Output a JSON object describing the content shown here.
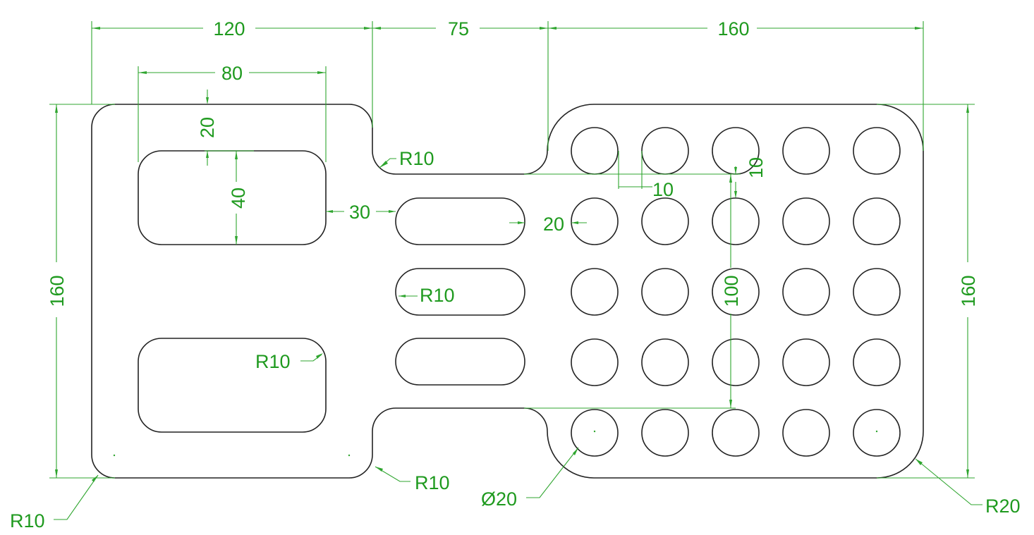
{
  "colors": {
    "outline": "#222222",
    "dimension": "#2fa52f",
    "dimension_text": "#1f9a1f",
    "background": "#ffffff"
  },
  "dims": {
    "top_120": "120",
    "top_75": "75",
    "top_160": "160",
    "width_80": "80",
    "depth_20": "20",
    "height_40": "40",
    "gap_30": "30",
    "slot_20": "20",
    "pitch_10_h": "10",
    "pitch_10_v": "10",
    "span_100": "100",
    "left_160": "160",
    "right_160": "160"
  },
  "leaders": {
    "r10_top_notch": "R10",
    "r10_slot": "R10",
    "r10_pocket": "R10",
    "r10_bottom_notch": "R10",
    "r10_corner": "R10",
    "dia20": "Ø20",
    "r20_corner": "R20"
  },
  "hole_grid": {
    "rows": 5,
    "columns": 5
  }
}
